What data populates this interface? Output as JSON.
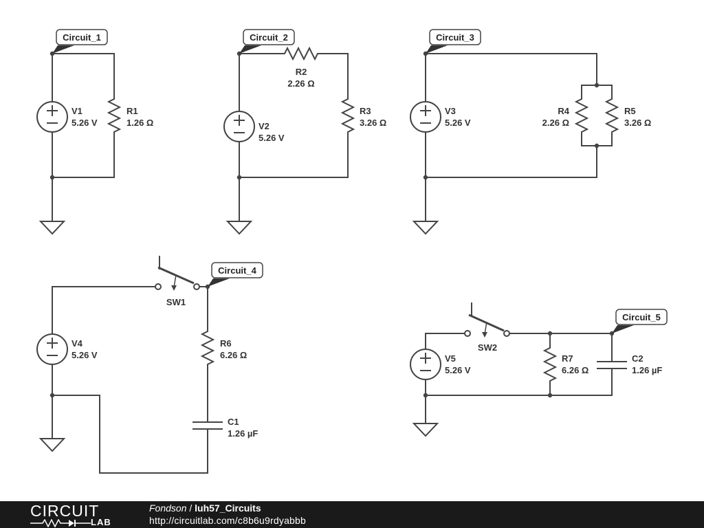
{
  "circuits": [
    {
      "tag": "Circuit_1",
      "source": {
        "name": "V1",
        "value": "5.26 V"
      },
      "parts": [
        {
          "name": "R1",
          "value": "1.26 Ω"
        }
      ]
    },
    {
      "tag": "Circuit_2",
      "source": {
        "name": "V2",
        "value": "5.26 V"
      },
      "parts": [
        {
          "name": "R2",
          "value": "2.26 Ω"
        },
        {
          "name": "R3",
          "value": "3.26 Ω"
        }
      ]
    },
    {
      "tag": "Circuit_3",
      "source": {
        "name": "V3",
        "value": "5.26 V"
      },
      "parts": [
        {
          "name": "R4",
          "value": "2.26 Ω"
        },
        {
          "name": "R5",
          "value": "3.26 Ω"
        }
      ]
    },
    {
      "tag": "Circuit_4",
      "source": {
        "name": "V4",
        "value": "5.26 V"
      },
      "switch": "SW1",
      "parts": [
        {
          "name": "R6",
          "value": "6.26 Ω"
        },
        {
          "name": "C1",
          "value": "1.26 µF"
        }
      ]
    },
    {
      "tag": "Circuit_5",
      "source": {
        "name": "V5",
        "value": "5.26 V"
      },
      "switch": "SW2",
      "parts": [
        {
          "name": "R7",
          "value": "6.26 Ω"
        },
        {
          "name": "C2",
          "value": "1.26 µF"
        }
      ]
    }
  ],
  "footer": {
    "logo_top": "CIRCUIT",
    "logo_bottom": "LAB",
    "author": "Fondson",
    "separator": " / ",
    "project": "luh57_Circuits",
    "url": "http://circuitlab.com/c8b6u9rdyabbb"
  }
}
